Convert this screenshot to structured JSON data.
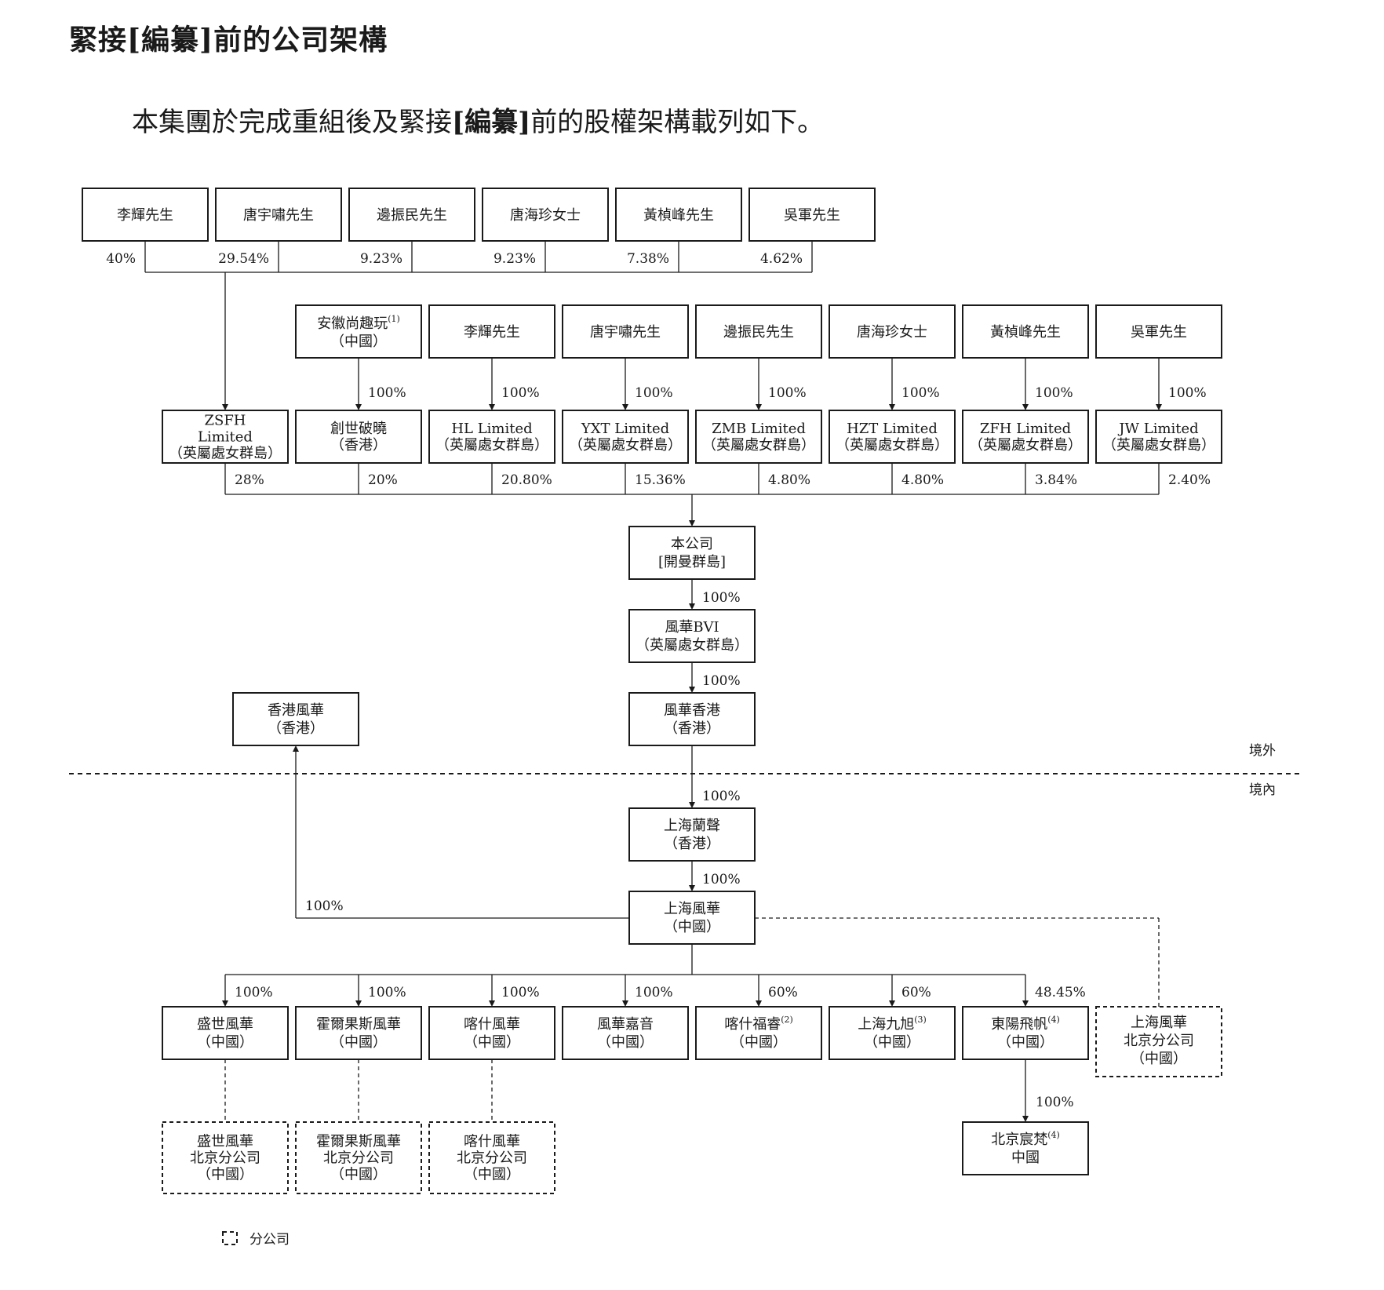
{
  "header": {
    "title": "緊接[編纂]前的公司架構",
    "intro_before": "本集團於完成重組後及緊接",
    "intro_bold": "[編纂]",
    "intro_after": "前的股權架構載列如下。"
  },
  "top_holders": [
    {
      "name": "李輝先生",
      "pct": "40%"
    },
    {
      "name": "唐宇嘯先生",
      "pct": "29.54%"
    },
    {
      "name": "邊振民先生",
      "pct": "9.23%"
    },
    {
      "name": "唐海珍女士",
      "pct": "9.23%"
    },
    {
      "name": "黃楨峰先生",
      "pct": "7.38%"
    },
    {
      "name": "吳軍先生",
      "pct": "4.62%"
    }
  ],
  "second_holders": [
    {
      "name": "安徽尚趣玩",
      "sup": "(1)",
      "sub": "（中國）",
      "pct": "100%"
    },
    {
      "name": "李輝先生",
      "pct": "100%"
    },
    {
      "name": "唐宇嘯先生",
      "pct": "100%"
    },
    {
      "name": "邊振民先生",
      "pct": "100%"
    },
    {
      "name": "唐海珍女士",
      "pct": "100%"
    },
    {
      "name": "黃楨峰先生",
      "pct": "100%"
    },
    {
      "name": "吳軍先生",
      "pct": "100%"
    }
  ],
  "holding_entities": [
    {
      "lines": [
        "ZSFH",
        "Limited",
        "（英屬處女群島）"
      ],
      "pct": "28%"
    },
    {
      "lines": [
        "創世破曉",
        "（香港）"
      ],
      "pct": "20%"
    },
    {
      "lines": [
        "HL Limited",
        "（英屬處女群島）"
      ],
      "pct": "20.80%"
    },
    {
      "lines": [
        "YXT Limited",
        "（英屬處女群島）"
      ],
      "pct": "15.36%"
    },
    {
      "lines": [
        "ZMB Limited",
        "（英屬處女群島）"
      ],
      "pct": "4.80%"
    },
    {
      "lines": [
        "HZT Limited",
        "（英屬處女群島）"
      ],
      "pct": "4.80%"
    },
    {
      "lines": [
        "ZFH Limited",
        "（英屬處女群島）"
      ],
      "pct": "3.84%"
    },
    {
      "lines": [
        "JW Limited",
        "（英屬處女群島）"
      ],
      "pct": "2.40%"
    }
  ],
  "company": {
    "line1": "本公司",
    "line2": "[開曼群島]"
  },
  "company_to_bvi_pct": "100%",
  "bvi": {
    "line1": "風華BVI",
    "line2": "（英屬處女群島）"
  },
  "bvi_to_hk_pct": "100%",
  "fenghua_hk": {
    "line1": "風華香港",
    "line2": "（香港）"
  },
  "hk_fenghua": {
    "line1": "香港風華",
    "line2": "（香港）"
  },
  "offshore_label": "境外",
  "onshore_label": "境內",
  "hk_to_lansheng_pct": "100%",
  "lansheng": {
    "line1": "上海蘭聲",
    "line2": "（香港）"
  },
  "lansheng_to_sh_pct": "100%",
  "sh_fenghua": {
    "line1": "上海風華",
    "line2": "（中國）"
  },
  "sh_to_hk_fenghua_pct": "100%",
  "subsidiaries": [
    {
      "name": "盛世風華",
      "sub": "（中國）",
      "pct": "100%"
    },
    {
      "name": "霍爾果斯風華",
      "sub": "（中國）",
      "pct": "100%"
    },
    {
      "name": "喀什風華",
      "sub": "（中國）",
      "pct": "100%"
    },
    {
      "name": "風華嘉音",
      "sub": "（中國）",
      "pct": "100%"
    },
    {
      "name": "喀什福睿",
      "sup": "(2)",
      "sub": "（中國）",
      "pct": "60%"
    },
    {
      "name": "上海九旭",
      "sup": "(3)",
      "sub": "（中國）",
      "pct": "60%"
    },
    {
      "name": "東陽飛帆",
      "sup": "(4)",
      "sub": "（中國）",
      "pct": "48.45%"
    }
  ],
  "sh_branch": {
    "lines": [
      "上海風華",
      "北京分公司",
      "（中國）"
    ]
  },
  "branches": [
    {
      "lines": [
        "盛世風華",
        "北京分公司",
        "（中國）"
      ]
    },
    {
      "lines": [
        "霍爾果斯風華",
        "北京分公司",
        "（中國）"
      ]
    },
    {
      "lines": [
        "喀什風華",
        "北京分公司",
        "（中國）"
      ]
    }
  ],
  "beijing": {
    "name": "北京宸梵",
    "sup": "(4)",
    "sub": "中國",
    "pct": "100%"
  },
  "legend": {
    "label": "分公司"
  }
}
